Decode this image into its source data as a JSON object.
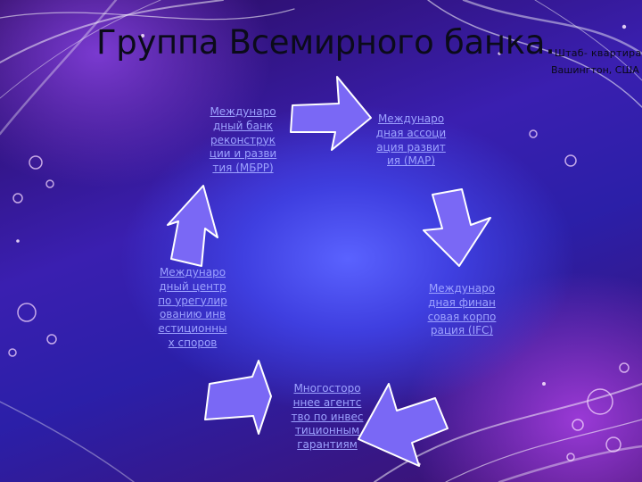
{
  "slide": {
    "title": "Группа Всемирного банка.",
    "headquarters_line1": "Штаб- квартира:",
    "headquarters_line2": "Вашингтон, США"
  },
  "diagram": {
    "nodes": [
      "Международный банк реконструкции и развития (МБРР)",
      "Международная ассоциация развития (МАР)",
      "Международная финансовая корпорация (IFC)",
      "Многостороннее агентство по инвестиционным гарантиям",
      "Международный центр по урегулированию инвестиционных споров"
    ]
  },
  "colors": {
    "arrow_fill": "#7a68f5",
    "arrow_stroke": "#ffffff",
    "node_text": "#9da2ff",
    "title_text": "#0b0b1a"
  }
}
